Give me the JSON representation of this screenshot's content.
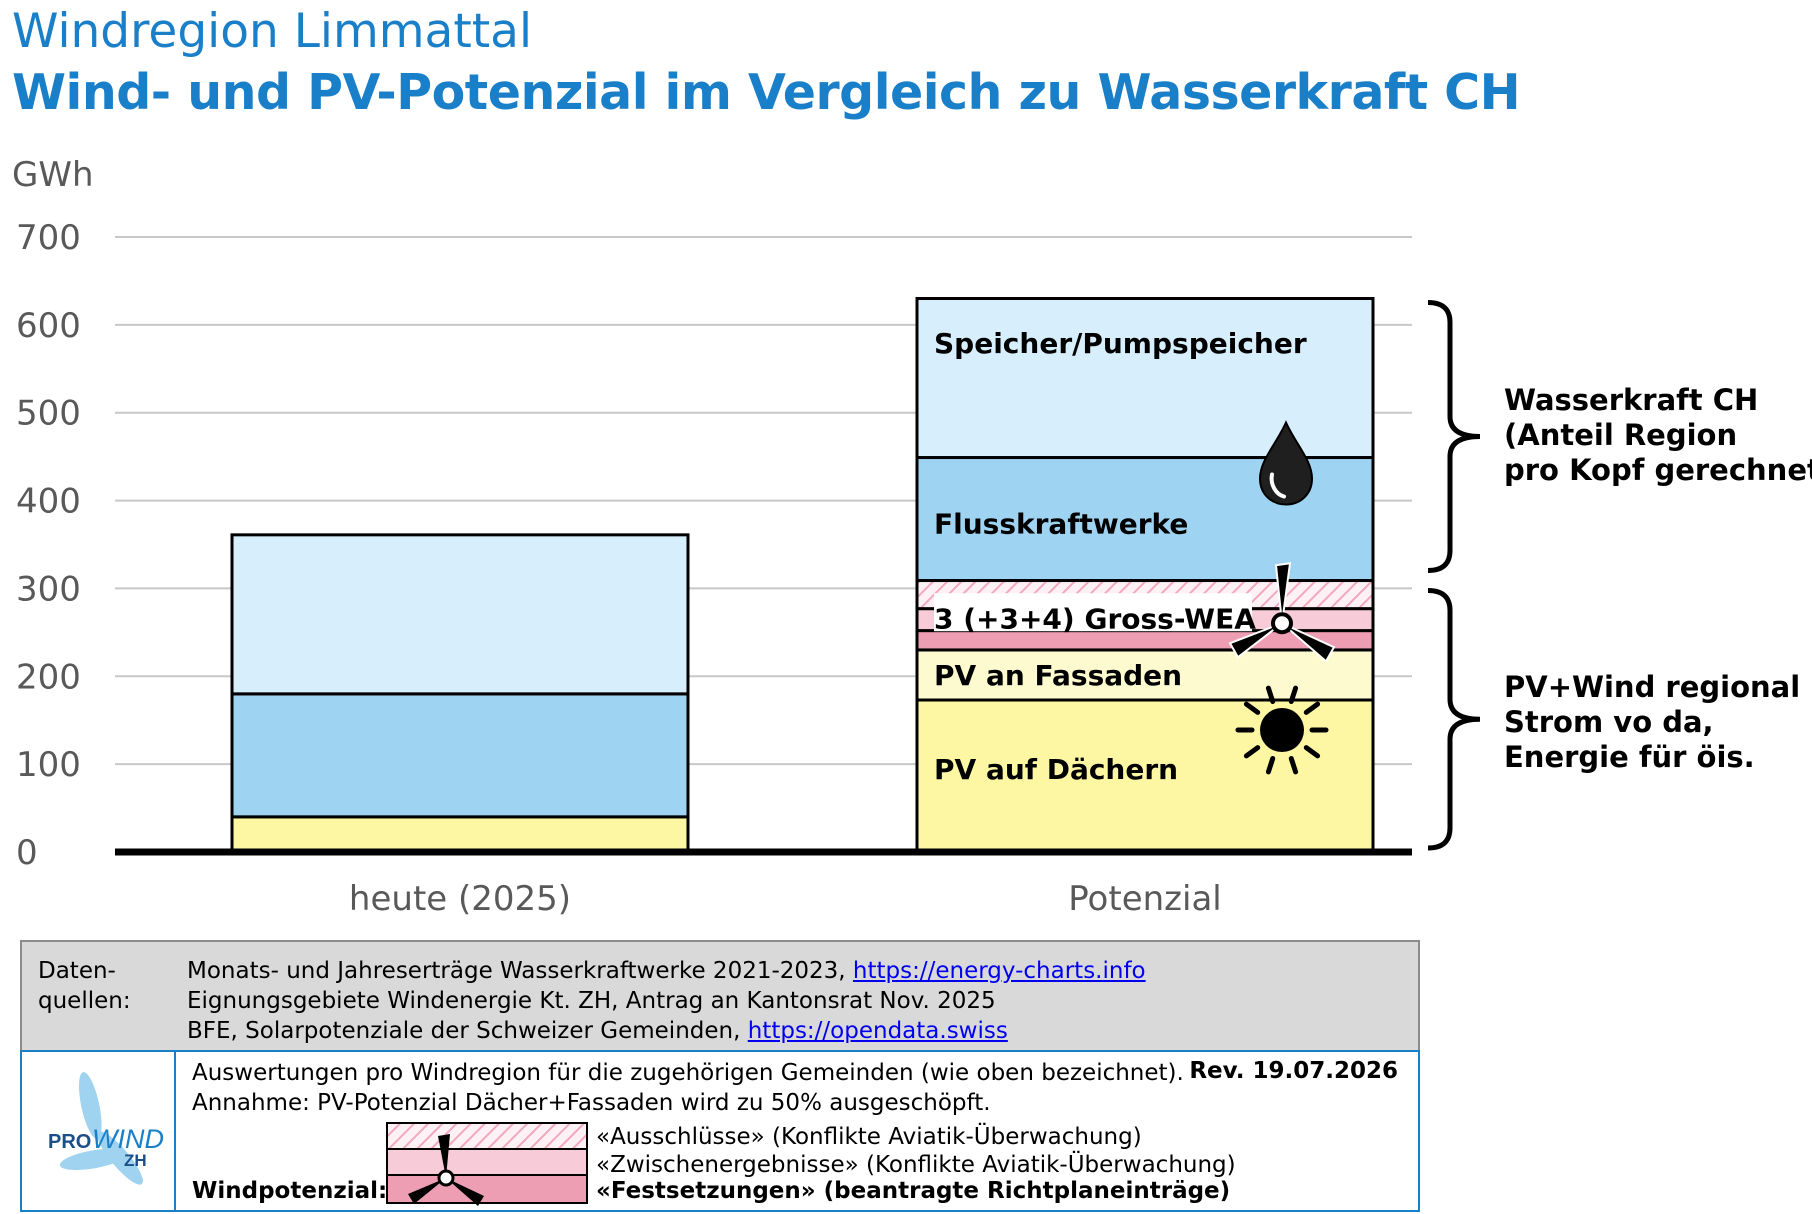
{
  "header": {
    "title": "Windregion Limmattal",
    "subtitle": "Wind- und PV-Potenzial im Vergleich zu Wasserkraft CH"
  },
  "chart_data": {
    "type": "bar",
    "stacked": true,
    "unit_label": "GWh",
    "ylim": [
      0,
      700
    ],
    "yticks": [
      "0",
      "100",
      "200",
      "300",
      "400",
      "500",
      "600",
      "700"
    ],
    "grid": true,
    "categories": [
      "heute (2025)",
      "Potenzial"
    ],
    "series": [
      {
        "key": "pv_roof",
        "name": "PV auf Dächern",
        "color": "#fdf7a3",
        "values": [
          40,
          173
        ]
      },
      {
        "key": "pv_facade",
        "name": "PV an Fassaden",
        "color": "#fefad0",
        "values": [
          0,
          57
        ]
      },
      {
        "key": "wind_fest",
        "name": "«Festsetzungen»",
        "color": "#ee9eb3",
        "values": [
          0,
          22
        ]
      },
      {
        "key": "wind_zwischen",
        "name": "«Zwischenergebnisse»",
        "color": "#f7ccd8",
        "values": [
          0,
          25
        ]
      },
      {
        "key": "wind_aus",
        "name": "«Ausschlüsse»",
        "color": "#fbe3ea",
        "hatch": true,
        "values": [
          0,
          32
        ]
      },
      {
        "key": "fluss",
        "name": "Flusskraftwerke",
        "color": "#9ed3f2",
        "values": [
          140,
          140
        ]
      },
      {
        "key": "speicher",
        "name": "Speicher/Pumpspeicher",
        "color": "#d7effc",
        "values": [
          181,
          181
        ]
      }
    ],
    "in_bar_labels": {
      "speicher": "Speicher/Pumpspeicher",
      "fluss": "Flusskraftwerke",
      "wind": "3 (+3+4) Gross-WEA",
      "pv_facade": "PV an Fassaden",
      "pv_roof": "PV auf Dächern"
    },
    "brackets": [
      {
        "key": "wasser",
        "lines": [
          "Wasserkraft CH",
          "(Anteil Region",
          "pro Kopf gerechnet)"
        ]
      },
      {
        "key": "pvwind",
        "lines": [
          "PV+Wind regional",
          "Strom vo da,",
          "Energie für öis."
        ]
      }
    ]
  },
  "footer": {
    "sources_label": [
      "Daten-",
      "quellen:"
    ],
    "sources": [
      {
        "text": "Monats- und Jahreserträge Wasserkraftwerke 2021-2023, ",
        "link": "https://energy-charts.info"
      },
      {
        "text": "Eignungsgebiete Windenergie Kt. ZH, Antrag an Kantonsrat Nov. 2025",
        "link": ""
      },
      {
        "text": "BFE, Solarpotenziale der Schweizer Gemeinden, ",
        "link": "https://opendata.swiss"
      }
    ],
    "note1": "Auswertungen pro Windregion für die zugehörigen Gemeinden (wie oben bezeichnet).",
    "note2": "Annahme: PV-Potenzial Dächer+Fassaden wird zu 50% ausgeschöpft.",
    "revision": "Rev. 19.07.2026",
    "legend": {
      "aus": "«Ausschlüsse» (Konflikte Aviatik-Überwachung)",
      "zwischen": "«Zwischenergebnisse» (Konflikte Aviatik-Überwachung)",
      "fest": "«Festsetzungen» (beantragte Richtplaneinträge)",
      "label": "Windpotenzial:"
    },
    "logo": {
      "pro": "PRO",
      "wind": "WIND",
      "zh": "ZH"
    }
  }
}
